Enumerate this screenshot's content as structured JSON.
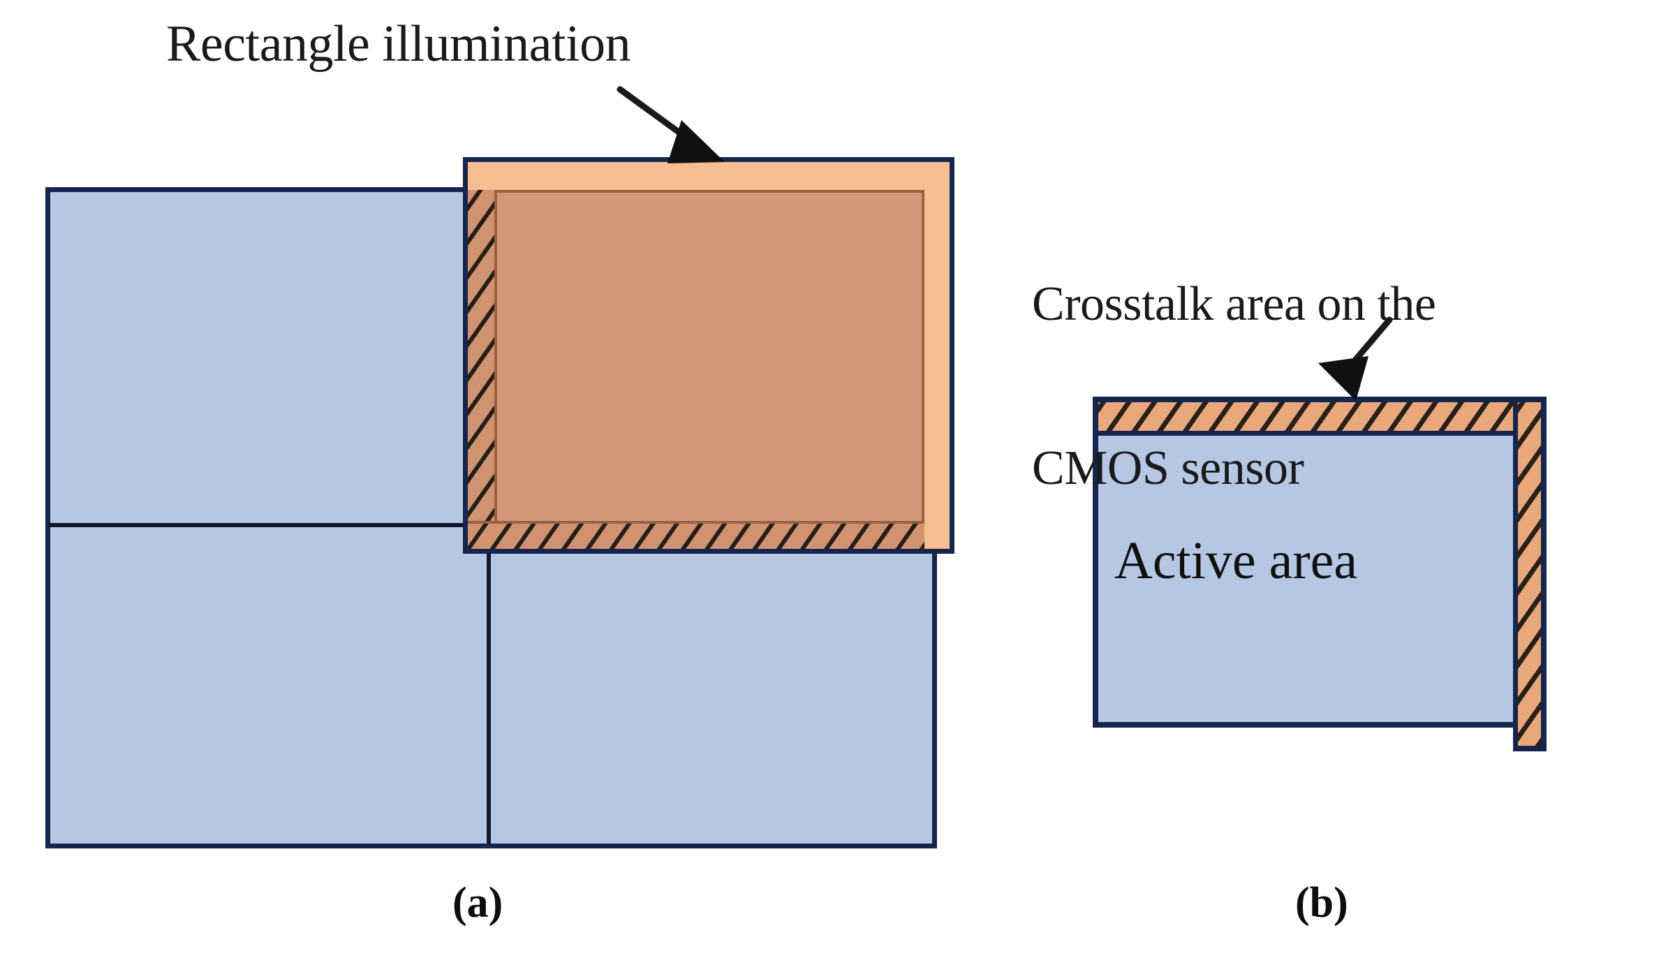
{
  "figure": {
    "type": "technical-diagram",
    "subject": "Rectangle illumination and crosstalk area on a CMOS sensor"
  },
  "panel_a": {
    "letter": "(a)",
    "annotation": {
      "text": "Rectangle illumination",
      "arrow": "points down-right to the top edge of the illumination rectangle"
    },
    "sensor": {
      "name": "CMOS sensor quadrants",
      "quadrants": 4,
      "fill_color": "#b6c7e4",
      "border_color": "#16254d"
    },
    "illumination": {
      "name": "rectangle-illumination",
      "outer_fill_color": "#f5bd92",
      "overlap_fill_color": "#d1987a",
      "border_color": "#16254d",
      "hatch_edges": [
        "left",
        "bottom"
      ],
      "hatch_color": "#cf9372"
    }
  },
  "panel_b": {
    "letter": "(b)",
    "annotation": {
      "text_line1": "Crosstalk area on the",
      "text_line2": "CMOS sensor",
      "arrow": "points down-left to the top hatched strip"
    },
    "active_area": {
      "label": "Active area",
      "fill_color": "#b6c7e4",
      "border_color": "#16254d"
    },
    "crosstalk": {
      "name": "crosstalk-area",
      "fill_color": "#e8a87c",
      "hatch_edges": [
        "top",
        "right"
      ],
      "border_color": "#16254d"
    }
  },
  "colors": {
    "sensor_blue": "#b6c7e4",
    "navy_outline": "#16254d",
    "illumination_peach": "#f5bd92",
    "overlap_orange": "#d1987a",
    "crosstalk_orange": "#e8a87c",
    "text_black": "#111111",
    "background": "#ffffff"
  }
}
